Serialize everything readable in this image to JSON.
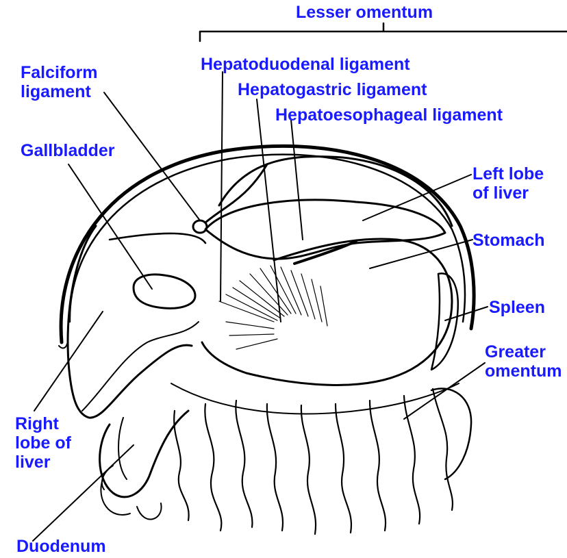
{
  "colors": {
    "label": "#1a1aff",
    "line": "#000000",
    "background": "#ffffff"
  },
  "labels": {
    "lesser_omentum": "Lesser omentum",
    "hepatoduodenal": "Hepatoduodenal ligament",
    "hepatogastric": "Hepatogastric ligament",
    "hepatoesophageal": "Hepatoesophageal ligament",
    "falciform": [
      "Falciform",
      "ligament"
    ],
    "gallbladder": "Gallbladder",
    "left_lobe": [
      "Left lobe",
      "of liver"
    ],
    "stomach": "Stomach",
    "spleen": "Spleen",
    "greater_omentum": [
      "Greater",
      "omentum"
    ],
    "right_lobe": [
      "Right",
      "lobe of",
      "liver"
    ],
    "duodenum": "Duodenum"
  }
}
